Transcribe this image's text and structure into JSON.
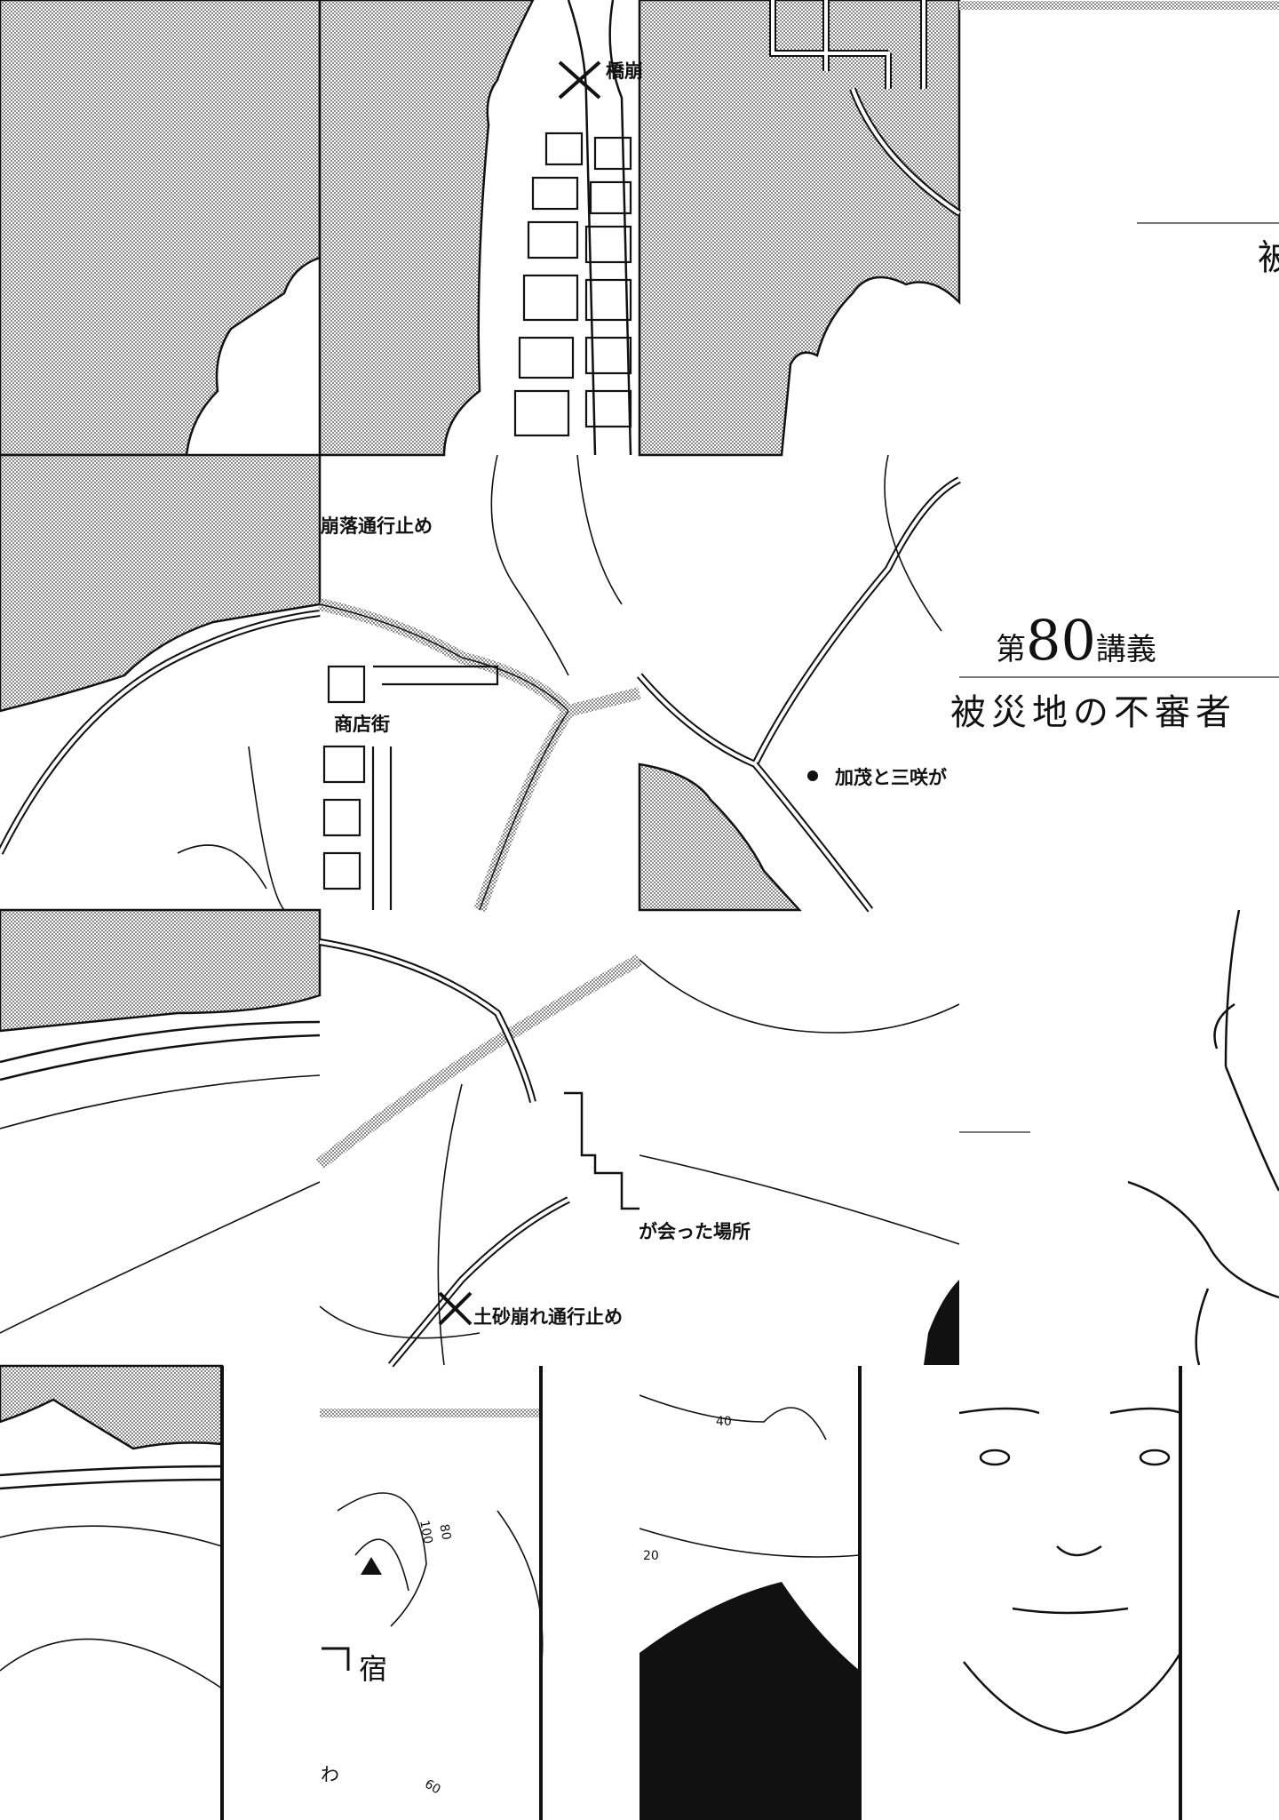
{
  "title": {
    "chapter_prefix": "第",
    "chapter_number": "80",
    "chapter_suffix": "講義",
    "subtitle": "被災地の不審者",
    "fragment": "被"
  },
  "map_labels": {
    "bridge_collapse_fragment": "橋崩",
    "collapse_closure": "崩落通行止め",
    "shopping_street": "商店街",
    "meeting_point_start": "加茂と三咲が",
    "meeting_point_end": "が会った場所",
    "landslide_closure": "土砂崩れ通行止め",
    "inn": "宿",
    "fragment_wa": "わ"
  },
  "contour_labels": [
    "40",
    "20",
    "100",
    "80",
    "60"
  ],
  "colors": {
    "ink": "#111111",
    "paper": "#ffffff",
    "tone": "#b8b8b8"
  }
}
